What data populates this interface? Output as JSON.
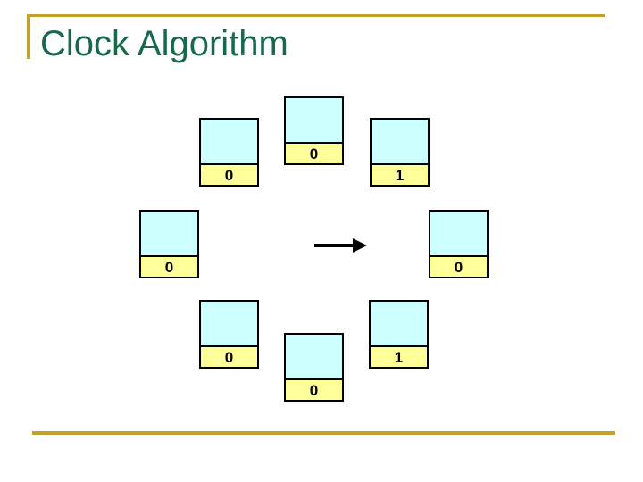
{
  "slide": {
    "title": "Clock Algorithm",
    "colors": {
      "title_green": "#17694A",
      "accent_gold": "#C2A22C",
      "frame_body_cyan": "#CCFFFF",
      "ref_bit_yellow": "#FFFF99",
      "frame_border": "#000000",
      "arrow": "#000000",
      "background": "#FFFFFF"
    },
    "diagram": {
      "arrow_icon": "right-arrow-icon",
      "frames": [
        {
          "position": "top",
          "ref_bit": "0"
        },
        {
          "position": "top-left",
          "ref_bit": "0"
        },
        {
          "position": "top-right",
          "ref_bit": "1"
        },
        {
          "position": "left",
          "ref_bit": "0"
        },
        {
          "position": "right",
          "ref_bit": "0"
        },
        {
          "position": "bottom-left",
          "ref_bit": "0"
        },
        {
          "position": "bottom-right",
          "ref_bit": "1"
        },
        {
          "position": "bottom",
          "ref_bit": "0"
        }
      ]
    }
  }
}
